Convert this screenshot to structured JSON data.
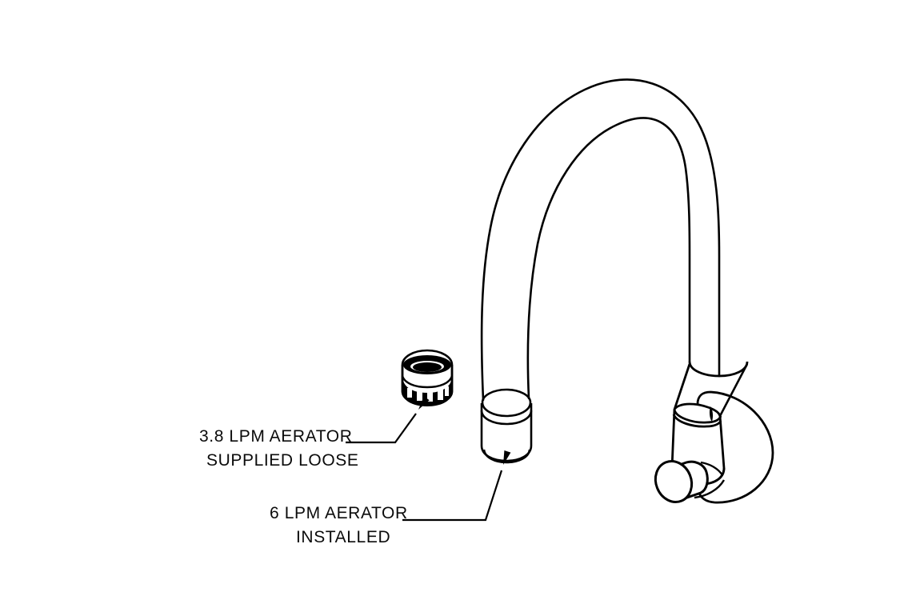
{
  "document": {
    "title": "Faucet Aerator Callout Drawing",
    "background_color": "#ffffff",
    "line_color": "#000000",
    "text_color": "#0b0b0b"
  },
  "callouts": [
    {
      "id": "aerator-loose",
      "line1": "3.8 LPM AERATOR",
      "line2": "SUPPLIED LOOSE",
      "target": "loose-aerator-part"
    },
    {
      "id": "aerator-installed",
      "line1": "6 LPM AERATOR",
      "line2": "INSTALLED",
      "target": "spout-outlet-collar"
    }
  ],
  "parts": [
    {
      "name": "gooseneck-spout-tube"
    },
    {
      "name": "spout-outlet-collar"
    },
    {
      "name": "loose-aerator-part"
    },
    {
      "name": "valve-body"
    },
    {
      "name": "lever-handle"
    },
    {
      "name": "wall-escutcheon-disc"
    }
  ]
}
